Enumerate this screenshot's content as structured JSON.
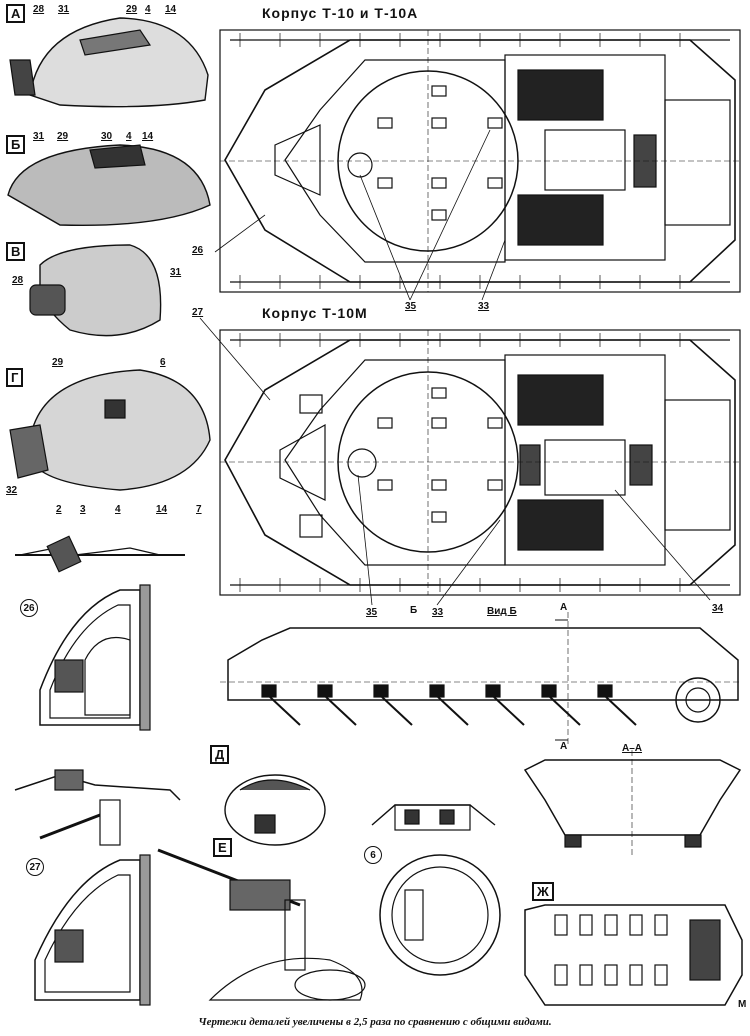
{
  "titles": {
    "hull_t10": "Корпус  Т-10  и  Т-10А",
    "hull_t10m": "Корпус  Т-10М"
  },
  "panels": {
    "a": "А",
    "b": "Б",
    "v": "В",
    "g": "Г",
    "d": "Д",
    "e": "Е",
    "zh": "Ж"
  },
  "callouts": {
    "a": [
      "28",
      "31",
      "29",
      "4",
      "14"
    ],
    "b": [
      "31",
      "29",
      "30",
      "4",
      "14"
    ],
    "v": [
      "28",
      "31"
    ],
    "g": [
      "29",
      "6",
      "32",
      "2",
      "3",
      "4",
      "14",
      "7"
    ],
    "hull_top": [
      "26",
      "35",
      "33"
    ],
    "hull_m": [
      "27",
      "35",
      "33",
      "34"
    ],
    "side": [
      "Б",
      "Вид Б",
      "А",
      "А",
      "М"
    ],
    "section": "А–А"
  },
  "detail_circles": [
    "26",
    "27",
    "6"
  ],
  "caption": "Чертежи деталей увеличены в 2,5 раза по сравнению с общими видами."
}
